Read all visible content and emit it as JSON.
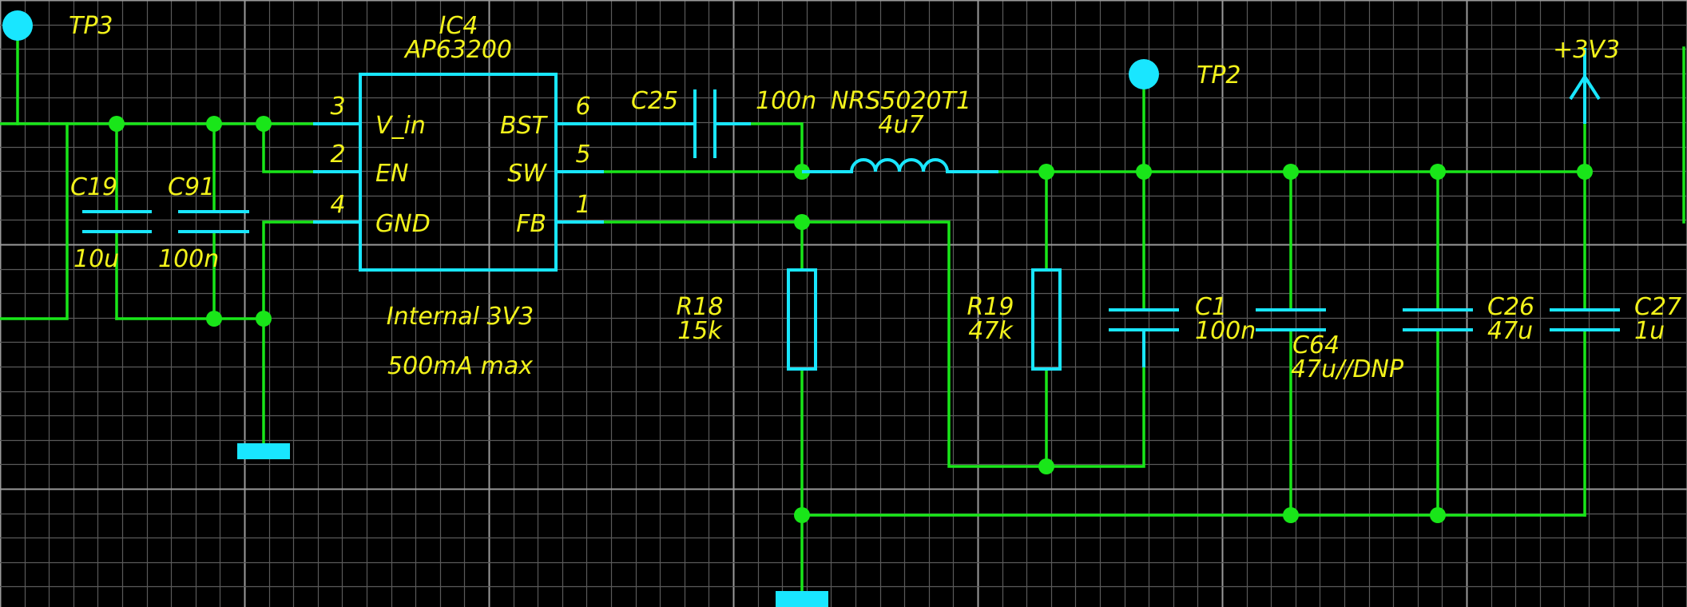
{
  "testpoints": {
    "tp3": "TP3",
    "tp2": "TP2"
  },
  "ic": {
    "refdes": "IC4",
    "part": "AP63200",
    "pins": {
      "vin_num": "3",
      "vin_name": "V_in",
      "en_num": "2",
      "en_name": "EN",
      "gnd_num": "4",
      "gnd_name": "GND",
      "bst_num": "6",
      "bst_name": "BST",
      "sw_num": "5",
      "sw_name": "SW",
      "fb_num": "1",
      "fb_name": "FB"
    },
    "note1": "Internal 3V3",
    "note2": "500mA max"
  },
  "components": {
    "c19": {
      "ref": "C19",
      "value": "10u"
    },
    "c91": {
      "ref": "C91",
      "value": "100n"
    },
    "c25": {
      "ref": "C25",
      "value": "100n"
    },
    "l1": {
      "part": "NRS5020T1",
      "value": "4u7"
    },
    "r18": {
      "ref": "R18",
      "value": "15k"
    },
    "r19": {
      "ref": "R19",
      "value": "47k"
    },
    "c1": {
      "ref": "C1",
      "value": "100n"
    },
    "c64": {
      "ref": "C64",
      "value": "47u//DNP"
    },
    "c26": {
      "ref": "C26",
      "value": "47u"
    },
    "c27": {
      "ref": "C27",
      "value": "1u"
    }
  },
  "power": {
    "v33": "+3V3"
  },
  "colors": {
    "background": "#000000",
    "wire": "#19e619",
    "part": "#19e6ff",
    "text": "#f2f21a",
    "grid": "#5a5a5a"
  }
}
